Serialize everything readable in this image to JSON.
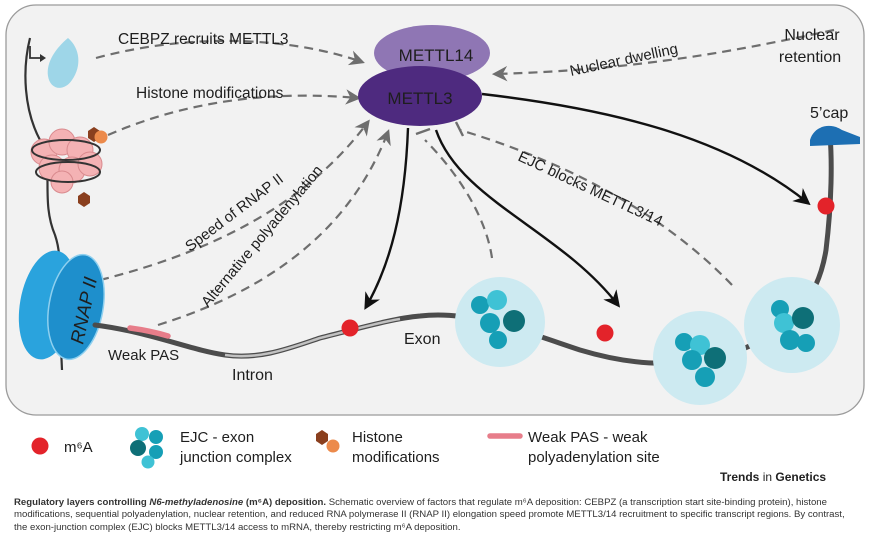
{
  "labels": {
    "cebpz": "CEBPZ recruits METTL3",
    "histone_mods": "Histone modifications",
    "nuclear_dwelling": "Nuclear dwelling",
    "nuclear_retention_1": "Nuclear",
    "nuclear_retention_2": "retention",
    "ejc_blocks": "EJC blocks METTL3/14",
    "speed_rnap": "Speed of RNAP II",
    "alt_polyA": "Alternative polyadenylation",
    "mettl14": "METTL14",
    "mettl3": "METTL3",
    "five_cap": "5’cap",
    "rnap": "RNAP II",
    "weak_pas": "Weak PAS",
    "intron": "Intron",
    "exon": "Exon"
  },
  "legend": {
    "m6a": "m⁶A",
    "ejc_1": "EJC - exon",
    "ejc_2": "junction complex",
    "histone_1": "Histone",
    "histone_2": "modifications",
    "pas_1": "Weak PAS - weak",
    "pas_2": "polyadenylation site"
  },
  "journal": {
    "bold": "Trends",
    "thin": "in",
    "rest": "Genetics"
  },
  "caption": {
    "title_a": "Regulatory layers controlling ",
    "title_italic": "N6-methyladenosine",
    "title_b": " (m⁶A) deposition.",
    "body": " Schematic overview of factors that regulate m⁶A deposition: CEBPZ (a transcription start site-binding protein), histone modifications, sequential polyadenylation, nuclear retention, and reduced RNA polymerase II (RNAP II) elongation speed promote METTL3/14 recruitment to specific transcript regions. By contrast, the exon-junction complex (EJC) blocks METTL3/14 access to mRNA, thereby restricting m⁶A deposition."
  },
  "colors": {
    "mettl3": "#4e2a7f",
    "mettl14": "#8f76b4",
    "rnap": "#2aa3dd",
    "m6a_dot": "#e3232a",
    "ejc_dark": "#0e6f77",
    "ejc_mid": "#169fb6",
    "ejc_light": "#3fc2d5",
    "ejc_halo": "#cdeaf1",
    "histone_dark": "#8a3f1e",
    "histone_light": "#ec8a4b",
    "nucleosome": "#f4b2b4",
    "weak_pas": "#e77d8a",
    "cap": "#1d6fb3",
    "cebpz": "#9ed6e8",
    "rna": "#4c4c4c"
  }
}
